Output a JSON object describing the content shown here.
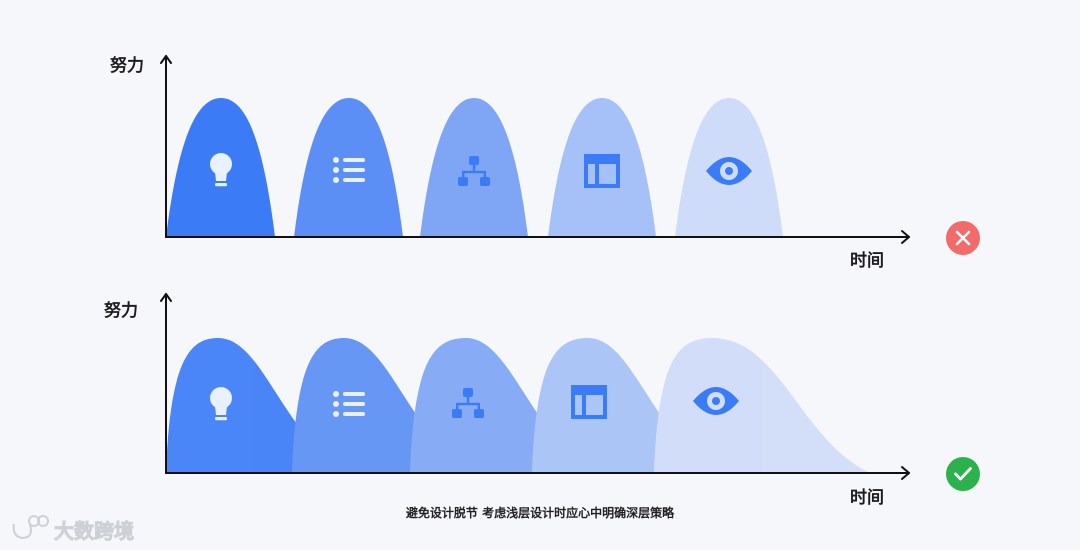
{
  "top_panel": {
    "y_axis_label": "努力",
    "x_axis_label": "时间",
    "status_icon": "cross-icon",
    "status_color": "#f26a6a"
  },
  "bottom_panel": {
    "y_axis_label": "努力",
    "x_axis_label": "时间",
    "status_icon": "check-icon",
    "status_color": "#2bb24c"
  },
  "stages": [
    {
      "icon": "lightbulb-icon",
      "color": "#3b7cf6"
    },
    {
      "icon": "list-icon",
      "color": "#5b8ff5"
    },
    {
      "icon": "hierarchy-icon",
      "color": "#7ea6f5"
    },
    {
      "icon": "layout-icon",
      "color": "#a6c1f7"
    },
    {
      "icon": "eye-icon",
      "color": "#cfdcf9"
    }
  ],
  "icon_colors": {
    "light": "#e9f0ff",
    "dark": "#3b7cf6"
  },
  "caption": "避免设计脱节 考虑浅层设计时应心中明确深层策略",
  "watermark": "大数跨境"
}
